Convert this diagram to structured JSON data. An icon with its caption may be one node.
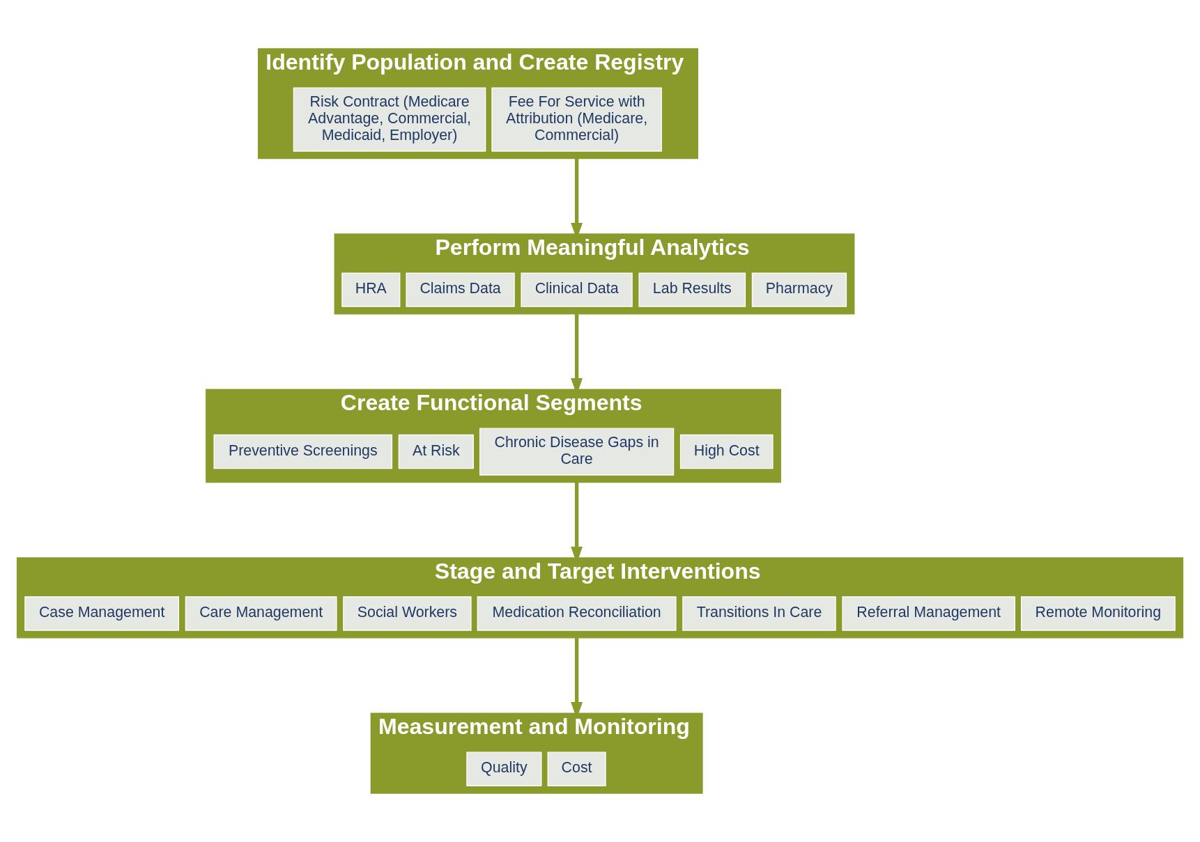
{
  "diagram": {
    "nodes": [
      {
        "text": [
          "Identify Population and Create Registry"
        ]
      },
      {
        "text": [
          "Risk Contract (Medicare Advantage, Commercial, Medicaid, Employer)"
        ],
        "in": 0
      },
      {
        "text": [
          "Fee For Service with Attribution (Medicare, Commercial)"
        ],
        "in": 0
      },
      {
        "text": [
          "Perform Meaningful Analytics"
        ]
      },
      {
        "text": [
          "HRA"
        ],
        "in": 3
      },
      {
        "text": [
          "Claims Data"
        ],
        "in": 3
      },
      {
        "text": [
          "Clinical Data"
        ],
        "in": 3
      },
      {
        "text": [
          "Lab Results"
        ],
        "in": 3
      },
      {
        "text": [
          "Pharmacy"
        ],
        "in": 3
      },
      {
        "text": [
          "Create Functional Segments"
        ]
      },
      {
        "text": [
          "Preventive Screenings"
        ],
        "in": 9
      },
      {
        "text": [
          "At Risk"
        ],
        "in": 9
      },
      {
        "text": [
          "Chronic Disease Gaps in Care"
        ],
        "in": 9
      },
      {
        "text": [
          "High Cost"
        ],
        "in": 9
      },
      {
        "text": [
          "Stage and Target Interventions"
        ]
      },
      {
        "text": [
          "Case Management"
        ],
        "in": 14
      },
      {
        "text": [
          "Care Management"
        ],
        "in": 14
      },
      {
        "text": [
          "Social Workers"
        ],
        "in": 14
      },
      {
        "text": [
          "Medication Reconciliation"
        ],
        "in": 14
      },
      {
        "text": [
          "Transitions In Care"
        ],
        "in": 14
      },
      {
        "text": [
          "Referral Management"
        ],
        "in": 14
      },
      {
        "text": [
          "Remote Monitoring"
        ],
        "in": 14
      },
      {
        "text": [
          "Measurement and Monitoring"
        ]
      },
      {
        "text": [
          "Quality"
        ],
        "in": 22
      },
      {
        "text": [
          "Cost"
        ],
        "in": 22
      }
    ],
    "edges": [
      {
        "from": 0,
        "to": 3,
        "arrow": "to"
      },
      {
        "from": 3,
        "to": 9,
        "arrow": "to"
      },
      {
        "from": 9,
        "to": 14,
        "arrow": "to"
      },
      {
        "from": 14,
        "to": 22,
        "arrow": "to"
      }
    ]
  }
}
